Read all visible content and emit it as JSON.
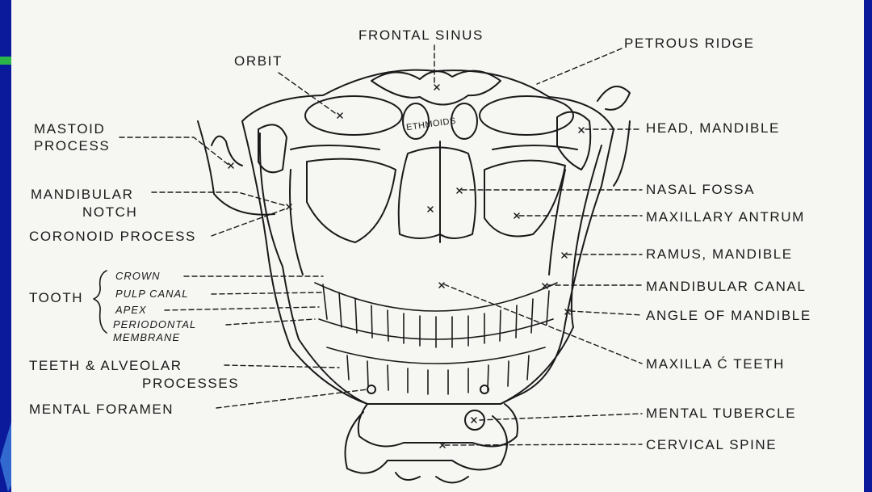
{
  "labels": {
    "frontal_sinus": "FRONTAL SINUS",
    "petrous_ridge": "PETROUS RIDGE",
    "orbit": "ORBIT",
    "ethmoids": "ETHMOIDS",
    "mastoid_1": "MASTOID",
    "mastoid_2": "PROCESS",
    "head_mandible": "HEAD, MANDIBLE",
    "mandibular_notch_1": "MANDIBULAR",
    "mandibular_notch_2": "NOTCH",
    "nasal_fossa": "NASAL FOSSA",
    "maxillary_antrum": "MAXILLARY ANTRUM",
    "coronoid_process": "CORONOID PROCESS",
    "ramus_mandible": "RAMUS, MANDIBLE",
    "tooth": "TOOTH",
    "crown": "CROWN",
    "pulp_canal": "PULP CANAL",
    "apex": "APEX",
    "periodontal": "PERIODONTAL",
    "membrane": "MEMBRANE",
    "mandibular_canal": "MANDIBULAR CANAL",
    "angle_of_mandible": "ANGLE OF MANDIBLE",
    "teeth_alveolar_1": "TEETH & ALVEOLAR",
    "teeth_alveolar_2": "PROCESSES",
    "maxilla_teeth": "MAXILLA Ć TEETH",
    "mental_foramen": "MENTAL FORAMEN",
    "mental_tubercle": "MENTAL TUBERCLE",
    "cervical_spine": "CERVICAL SPINE"
  },
  "colors": {
    "background": "#0a1a9a",
    "accent": "#2a7bd8",
    "paper": "#f6f6f3",
    "ink": "#1a1a1a"
  }
}
